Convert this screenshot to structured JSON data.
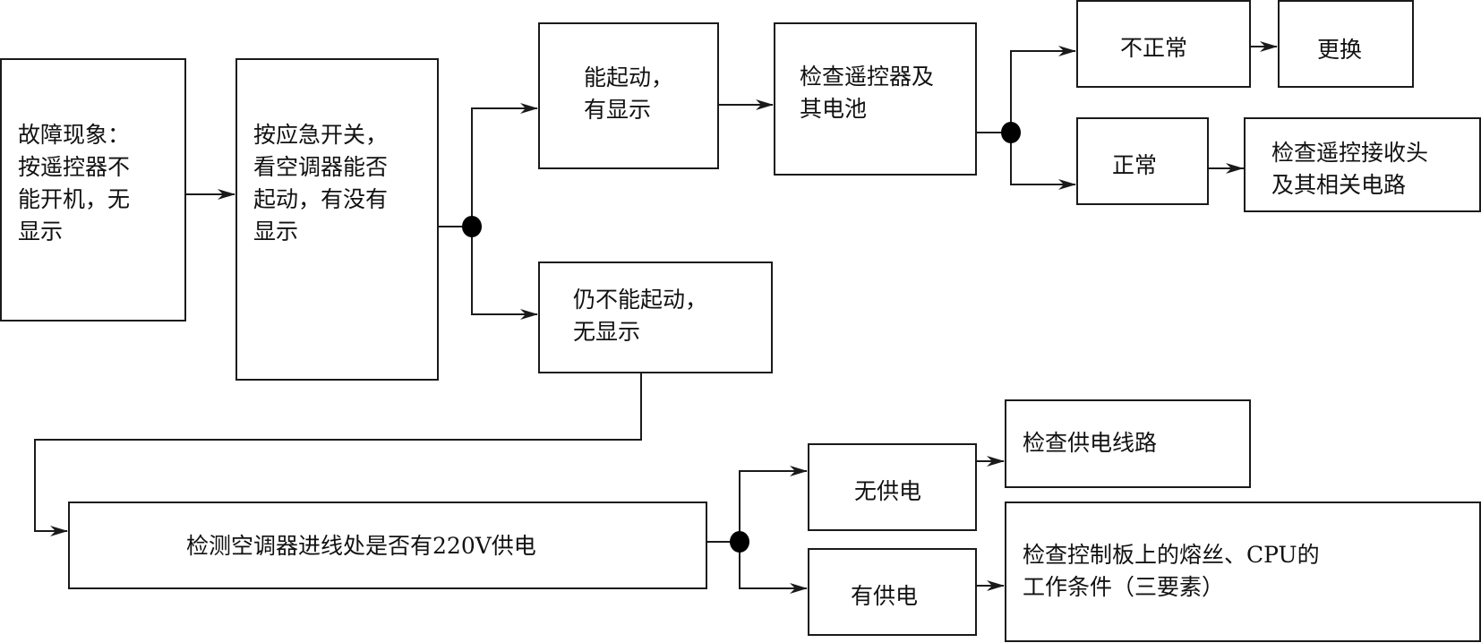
{
  "diagram": {
    "type": "flowchart",
    "nodes": {
      "symptom": "故障现象：\n按遥控器不\n能开机，无\n显示",
      "emergency_switch": "按应急开关，\n看空调器能否\n起动，有没有\n显示",
      "can_start": "能起动，\n有显示",
      "cannot_start": "仍不能起动，\n无显示",
      "check_remote": "检查遥控器及\n其电池",
      "abnormal": "不正常",
      "replace": "更换",
      "normal": "正常",
      "check_receiver": "检查遥控接收头\n及其相关电路",
      "check_220v": "检测空调器进线处是否有220V供电",
      "no_power": "无供电",
      "has_power": "有供电",
      "check_supply_line": "检查供电线路",
      "check_board": "检查控制板上的熔丝、CPU的\n工作条件（三要素）"
    },
    "edges": [
      [
        "symptom",
        "emergency_switch"
      ],
      [
        "emergency_switch",
        "can_start"
      ],
      [
        "emergency_switch",
        "cannot_start"
      ],
      [
        "can_start",
        "check_remote"
      ],
      [
        "check_remote",
        "abnormal"
      ],
      [
        "check_remote",
        "normal"
      ],
      [
        "abnormal",
        "replace"
      ],
      [
        "normal",
        "check_receiver"
      ],
      [
        "cannot_start",
        "check_220v"
      ],
      [
        "check_220v",
        "no_power"
      ],
      [
        "check_220v",
        "has_power"
      ],
      [
        "no_power",
        "check_supply_line"
      ],
      [
        "has_power",
        "check_board"
      ]
    ],
    "colors": {
      "line": "#1a1a1a",
      "background": "#ffffff"
    }
  }
}
